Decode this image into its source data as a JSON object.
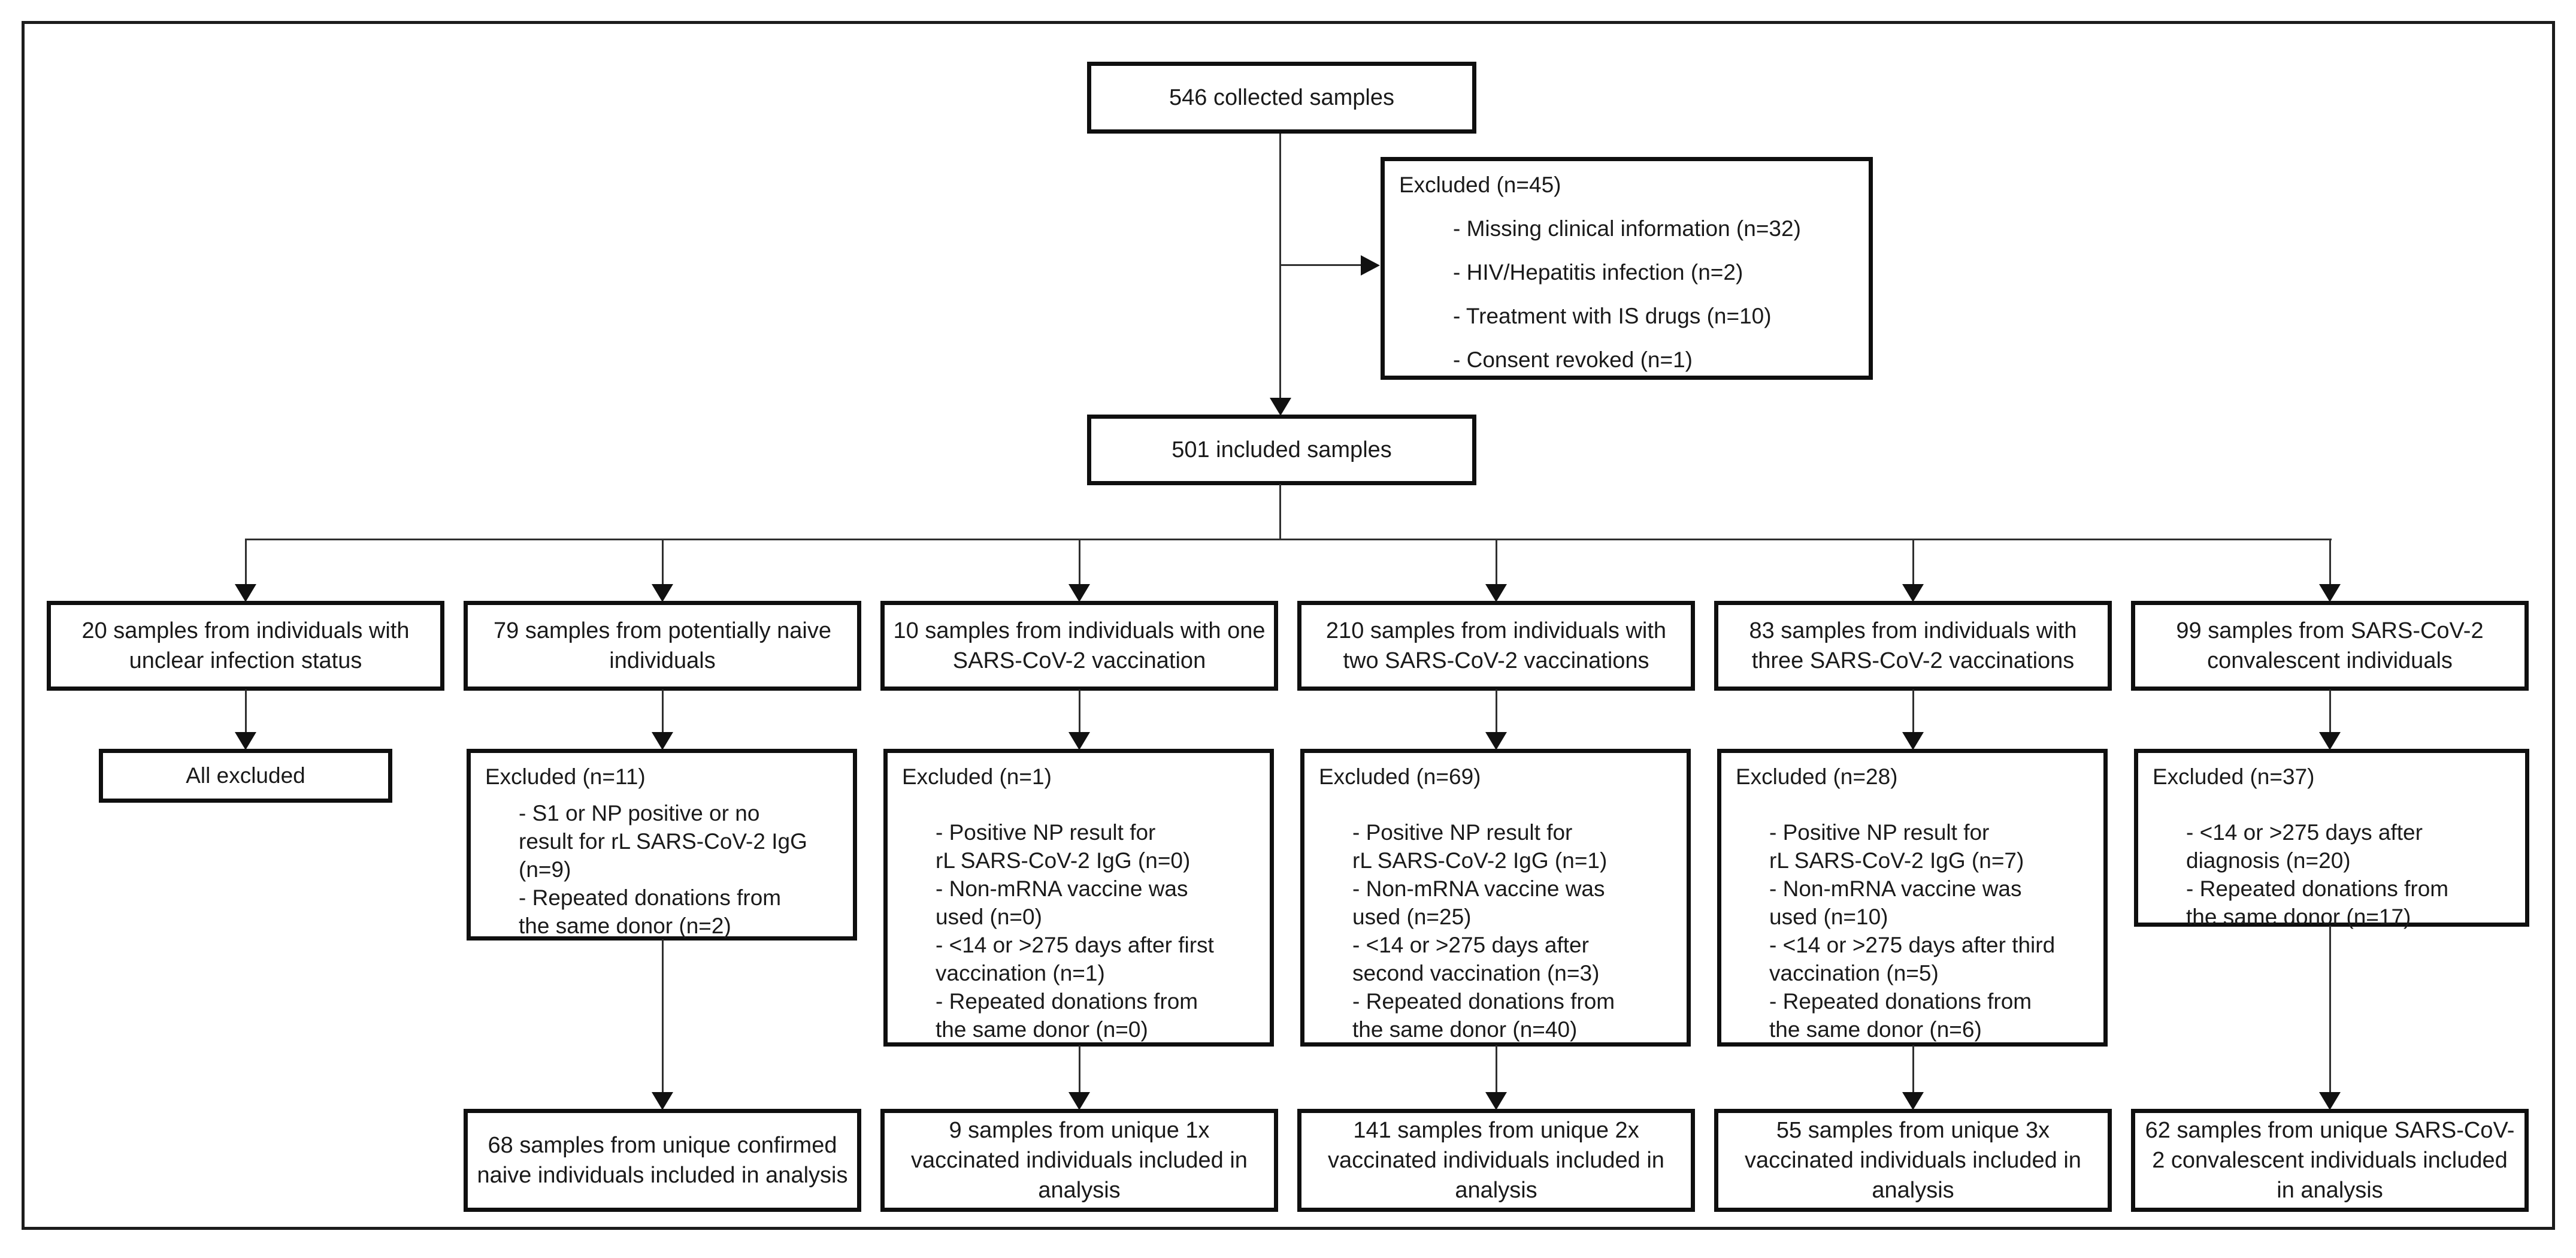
{
  "figure": {
    "collected": "546 collected samples",
    "included": "501 included samples",
    "initial_exclusion": {
      "header": "Excluded (n=45)",
      "items": [
        "- Missing clinical information (n=32)",
        "- HIV/Hepatitis infection (n=2)",
        "- Treatment with IS drugs (n=10)",
        "- Consent revoked (n=1)"
      ]
    },
    "columns": [
      {
        "group": "20 samples from individuals with unclear infection status",
        "outcome": "All excluded"
      },
      {
        "group": "79 samples from potentially naive individuals",
        "excluded_header": "Excluded (n=11)",
        "excluded_items": [
          "- S1 or NP positive or no\nresult for rL SARS-CoV-2 IgG\n(n=9)",
          "- Repeated donations from\nthe same donor (n=2)"
        ],
        "final": "68 samples from unique confirmed naive individuals included in analysis"
      },
      {
        "group": "10 samples from individuals with one SARS-CoV-2 vaccination",
        "excluded_header": "Excluded (n=1)",
        "excluded_items": [
          "- Positive NP result for\nrL SARS-CoV-2 IgG (n=0)",
          "- Non-mRNA vaccine was\nused (n=0)",
          "- <14 or >275 days after first\nvaccination (n=1)",
          "- Repeated donations from\nthe same donor (n=0)"
        ],
        "final": "9 samples from unique 1x vaccinated individuals included in analysis"
      },
      {
        "group": "210 samples from individuals with two SARS-CoV-2 vaccinations",
        "excluded_header": "Excluded (n=69)",
        "excluded_items": [
          "- Positive NP result for\nrL SARS-CoV-2 IgG (n=1)",
          "- Non-mRNA vaccine was\nused (n=25)",
          "- <14 or >275 days after\nsecond vaccination (n=3)",
          "- Repeated donations from\nthe same donor (n=40)"
        ],
        "final": "141 samples from unique 2x vaccinated individuals included in analysis"
      },
      {
        "group": "83 samples from individuals with three SARS-CoV-2 vaccinations",
        "excluded_header": "Excluded (n=28)",
        "excluded_items": [
          "- Positive NP result for\nrL SARS-CoV-2 IgG (n=7)",
          "- Non-mRNA vaccine was\nused (n=10)",
          "- <14 or >275 days after third\nvaccination (n=5)",
          "- Repeated donations from\nthe same donor (n=6)"
        ],
        "final": "55 samples from unique 3x vaccinated individuals included in analysis"
      },
      {
        "group": "99 samples from SARS-CoV-2 convalescent individuals",
        "excluded_header": "Excluded (n=37)",
        "excluded_items": [
          "- <14 or >275 days after\ndiagnosis (n=20)",
          "- Repeated donations from\nthe same donor (n=17)"
        ],
        "final": "62 samples from unique SARS-CoV-2 convalescent individuals included in analysis"
      }
    ],
    "colors": {
      "background": "#ffffff",
      "border": "#0f0f0f",
      "line": "#2f2f2f",
      "text": "#1a1a1a"
    }
  }
}
